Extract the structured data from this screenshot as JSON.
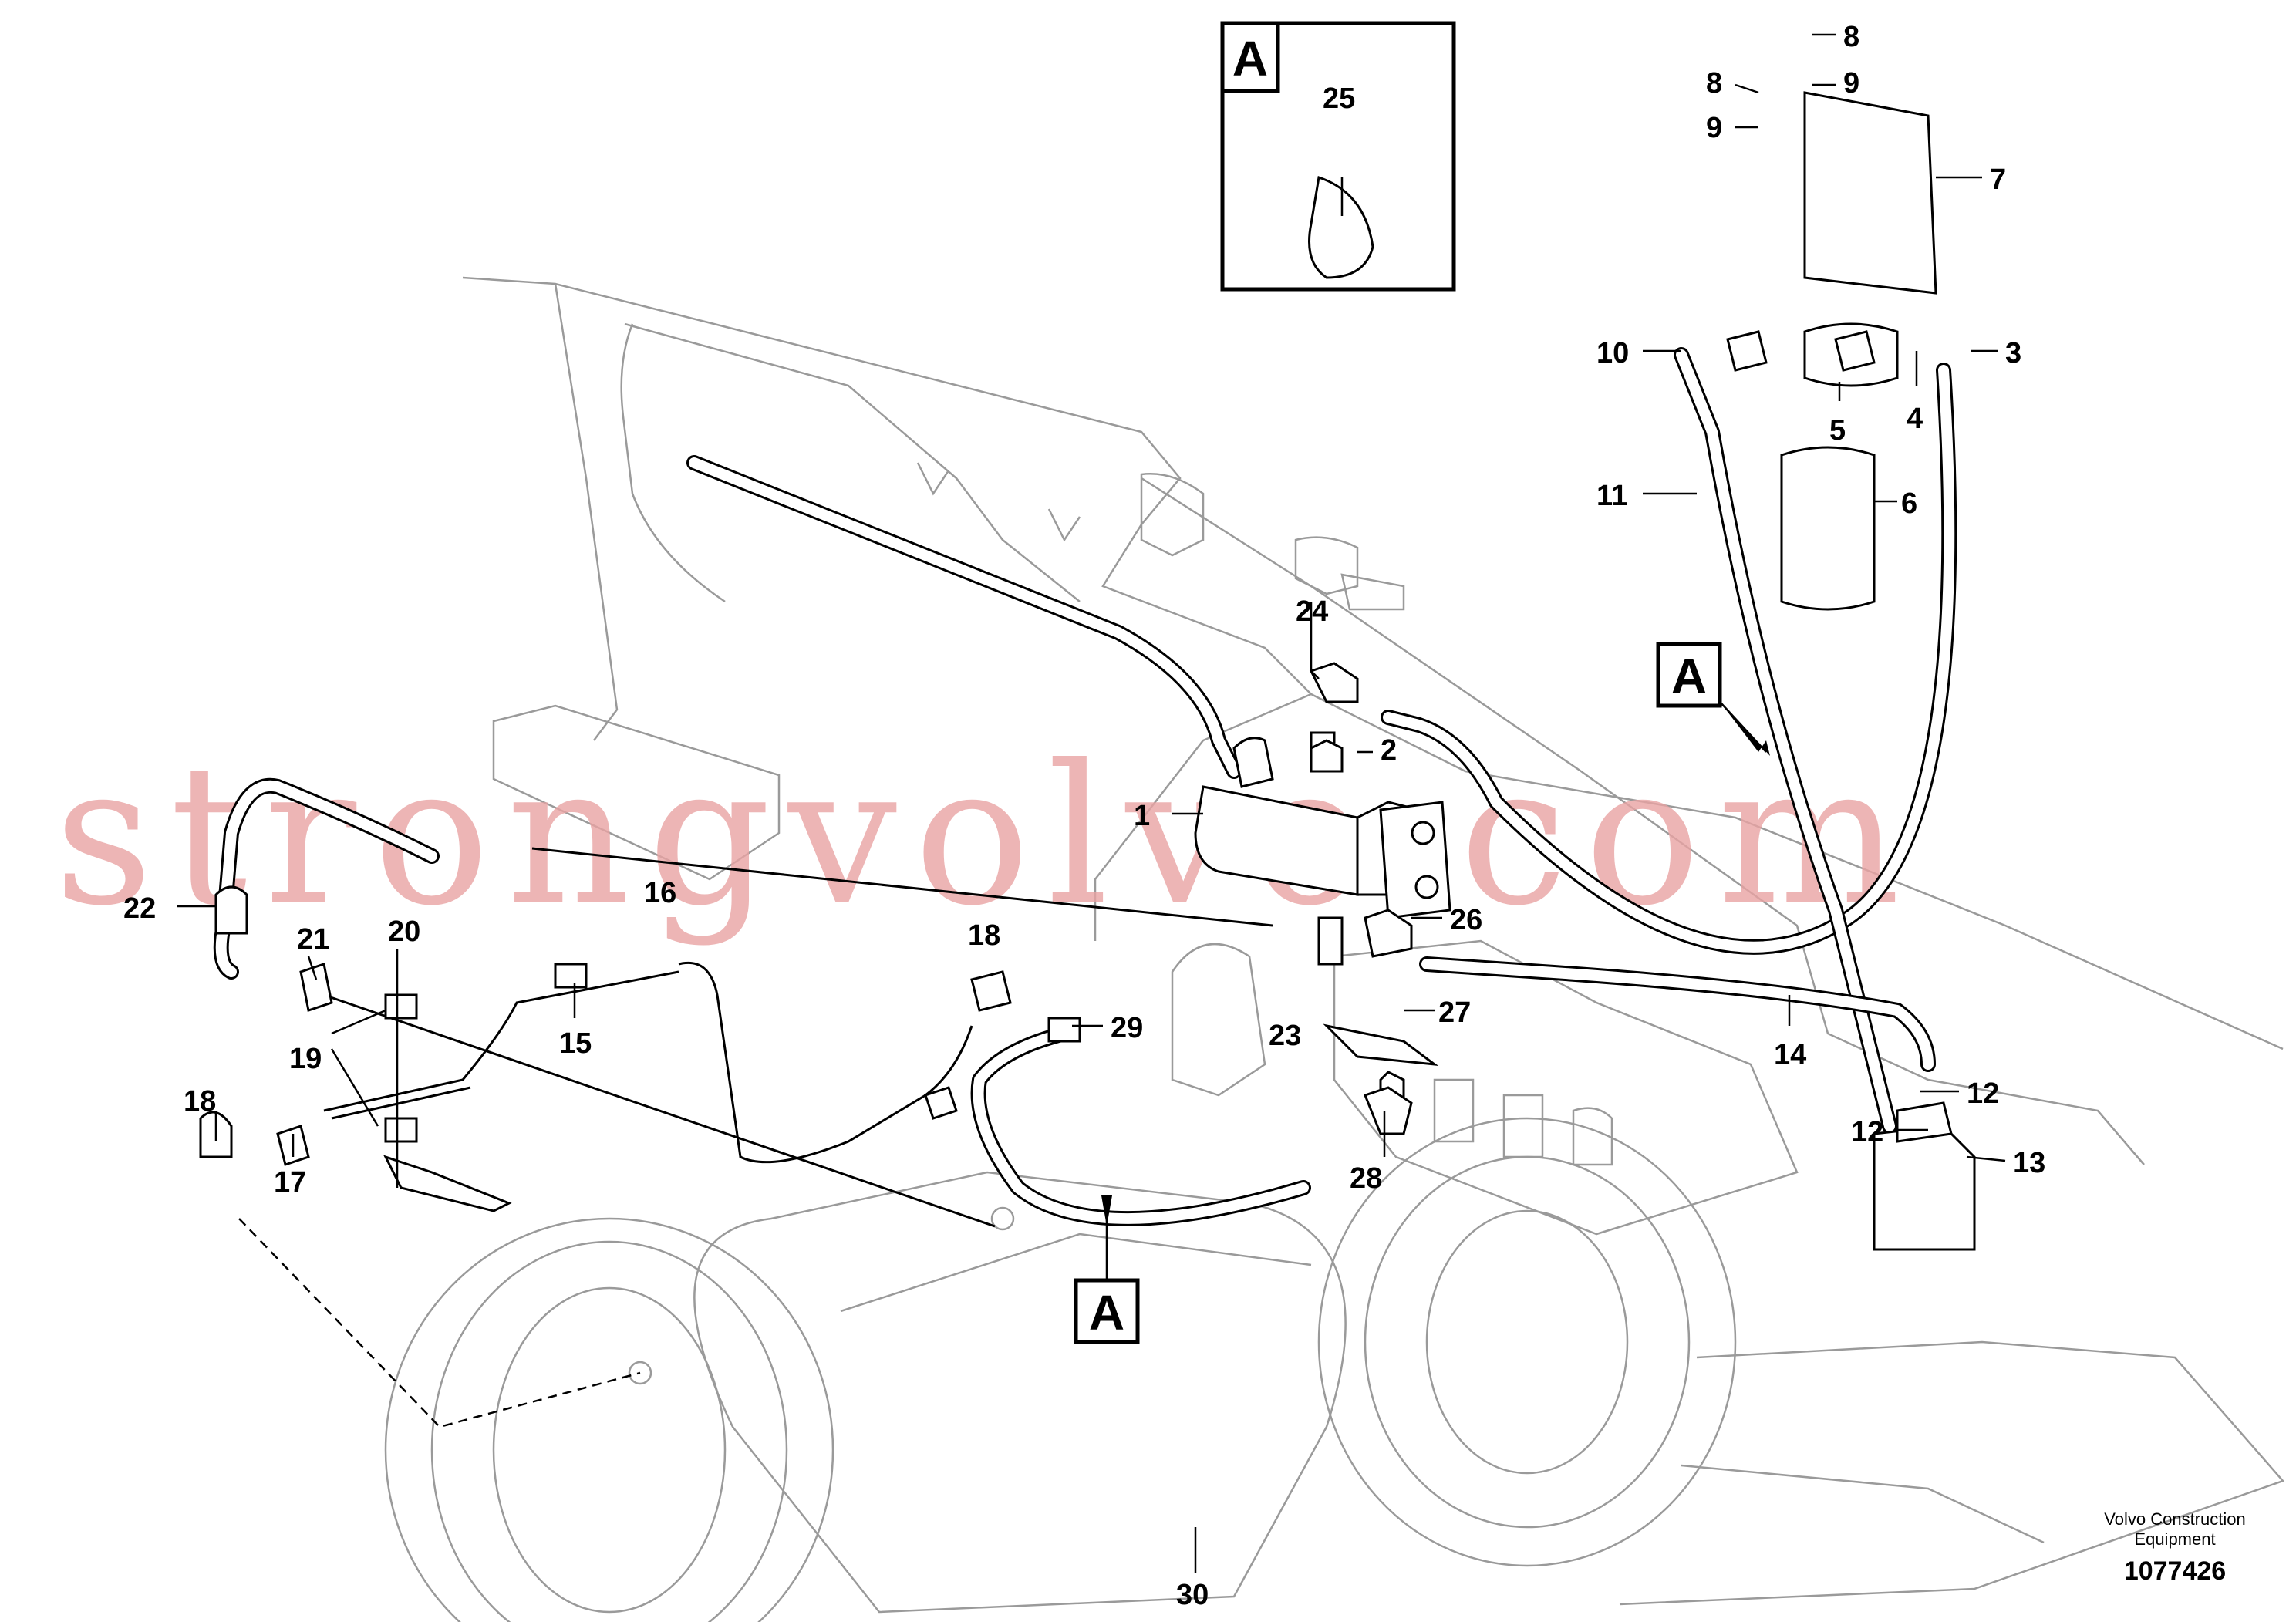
{
  "callouts": [
    "1",
    "2",
    "3",
    "4",
    "5",
    "6",
    "7",
    "8",
    "8",
    "9",
    "9",
    "10",
    "11",
    "12",
    "12",
    "13",
    "14",
    "15",
    "16",
    "17",
    "18",
    "18",
    "19",
    "20",
    "21",
    "22",
    "23",
    "24",
    "25",
    "26",
    "27",
    "28",
    "29",
    "30"
  ],
  "reference_marker": "A",
  "watermark": "strongvolvo.com",
  "footer": {
    "credit_line1": "Volvo Construction",
    "credit_line2": "Equipment",
    "drawing_number": "1077426"
  }
}
